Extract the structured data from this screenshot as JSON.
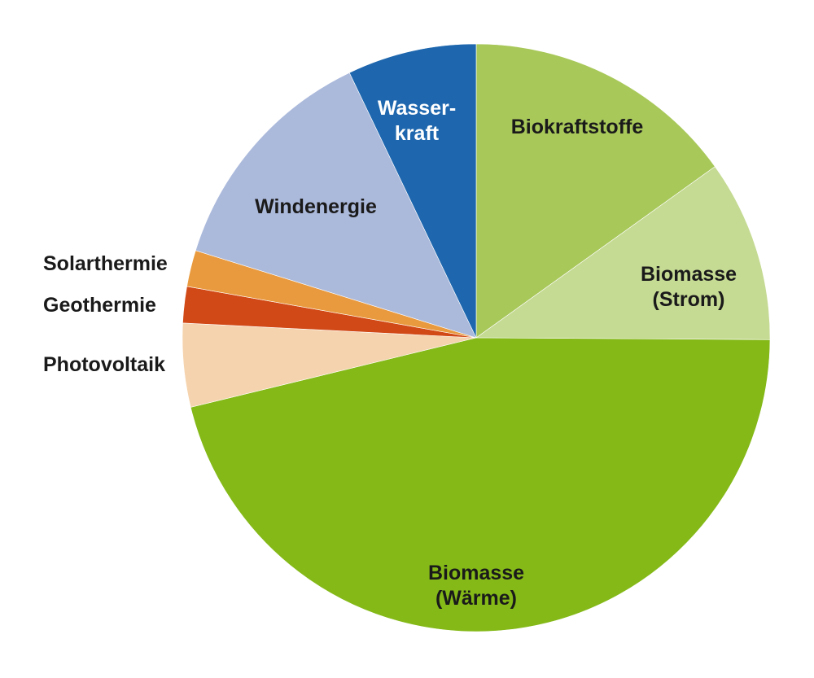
{
  "chart_data": {
    "type": "pie",
    "title": "",
    "start_angle_deg": 0,
    "direction": "clockwise",
    "slices": [
      {
        "label_lines": [
          "Biokraftstoffe"
        ],
        "value": 15.1,
        "color": "#a8c85a",
        "label_color": "#1a1a1a"
      },
      {
        "label_lines": [
          "Biomasse",
          "(Strom)"
        ],
        "value": 10.0,
        "color": "#c5da93",
        "label_color": "#1a1a1a"
      },
      {
        "label_lines": [
          "Biomasse",
          "(Wärme)"
        ],
        "value": 46.1,
        "color": "#84b918",
        "label_color": "#1a1a1a"
      },
      {
        "label_lines": [
          "Photovoltaik"
        ],
        "value": 4.6,
        "color": "#f5d3ae",
        "label_color": "#1a1a1a"
      },
      {
        "label_lines": [
          "Geothermie"
        ],
        "value": 2.0,
        "color": "#d14916",
        "label_color": "#1a1a1a"
      },
      {
        "label_lines": [
          "Solarthermie"
        ],
        "value": 2.0,
        "color": "#e99a3e",
        "label_color": "#1a1a1a"
      },
      {
        "label_lines": [
          "Windenergie"
        ],
        "value": 13.1,
        "color": "#abb9db",
        "label_color": "#1a1a1a"
      },
      {
        "label_lines": [
          "Wasser-",
          "kraft"
        ],
        "value": 7.1,
        "color": "#1e67ae",
        "label_color": "#ffffff"
      }
    ]
  }
}
